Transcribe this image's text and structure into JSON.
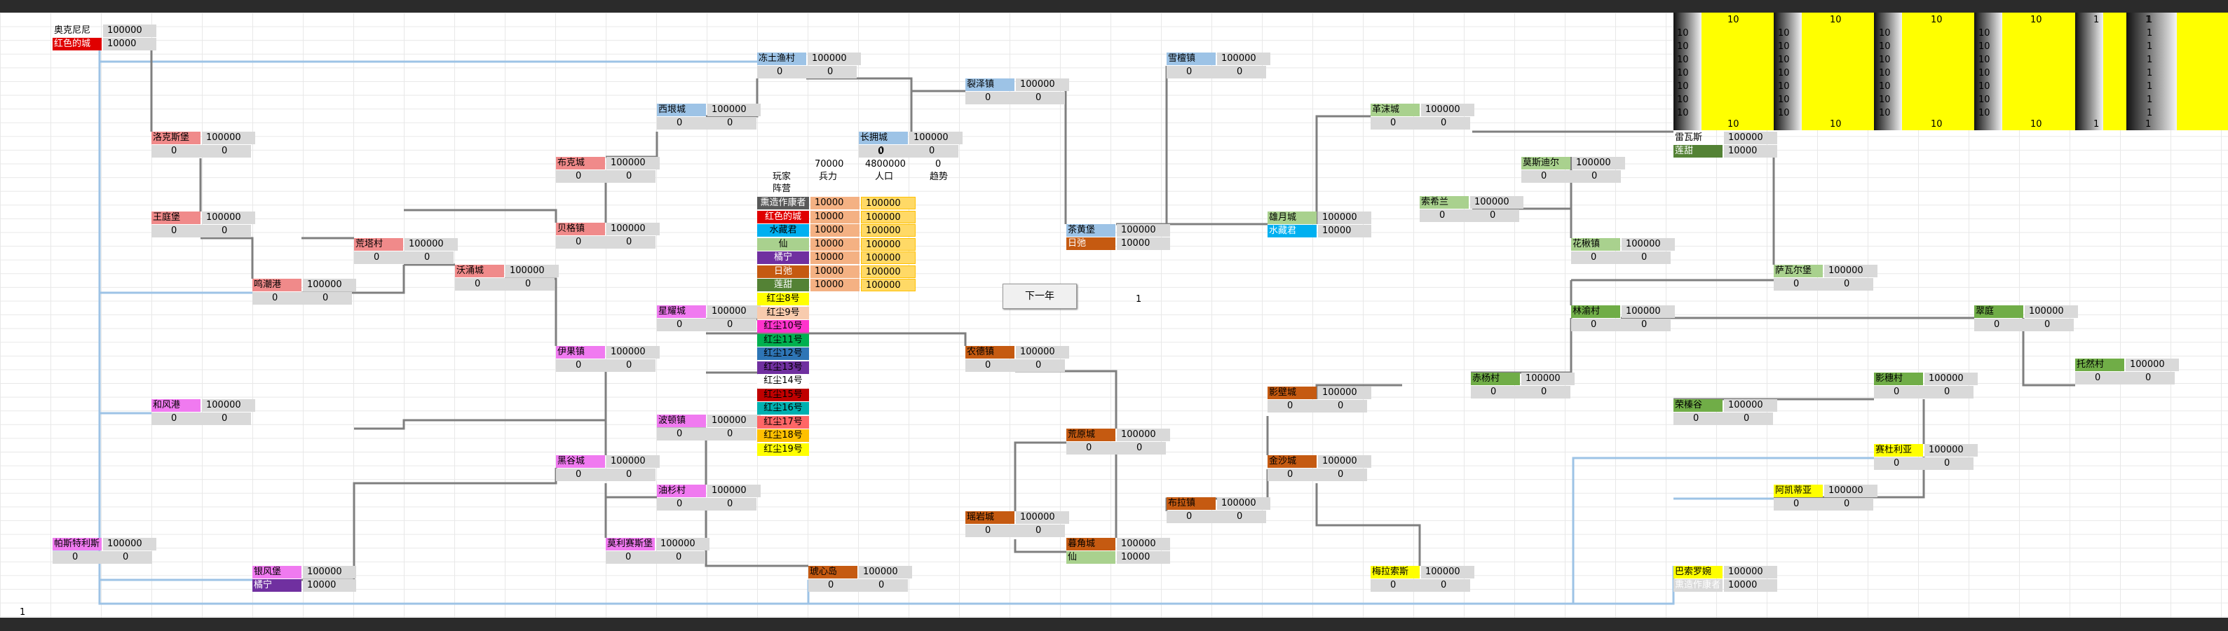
{
  "colors": {
    "pink": "#f08a8a",
    "red": "#e00000",
    "blue": "#9dc3e6",
    "magenta": "#f07af0",
    "orange": "#c55a11",
    "green": "#70ad47",
    "lightgreen": "#a9d18e",
    "yellow": "#ffff00",
    "cyan": "#00b0f0",
    "gray": "#d9d9d9",
    "purple": "#7030a0",
    "olive": "#548235",
    "line_gray": "#7f7f7f",
    "line_blue": "#9dc3e6"
  },
  "header": {
    "col_player": "玩家",
    "col_army": "阵营",
    "col_troops": "兵力",
    "col_pop": "人口",
    "col_trend": "趋势",
    "troops_value": "70000",
    "pop_value": "4800000",
    "trend_value": "0",
    "row_zero": "0"
  },
  "cities": [
    {
      "id": "aokenini",
      "name": "奥克尼尼",
      "color": "none",
      "pop": "100000",
      "owner": "红色的城",
      "owner_color": "red",
      "owner_pop": "10000"
    },
    {
      "id": "dongtu",
      "name": "冻土渔村",
      "color": "blue",
      "pop": "100000",
      "a": "0",
      "b": "0"
    },
    {
      "id": "liezema",
      "name": "裂泽镇",
      "color": "blue",
      "pop": "100000",
      "a": "0",
      "b": "0"
    },
    {
      "id": "xuelin",
      "name": "雪檀镇",
      "color": "blue",
      "pop": "100000",
      "a": "0",
      "b": "0"
    },
    {
      "id": "xihai",
      "name": "西垠城",
      "color": "blue",
      "pop": "100000",
      "a": "0",
      "b": "0"
    },
    {
      "id": "gemocheng",
      "name": "革沫城",
      "color": "lightgreen",
      "pop": "100000",
      "a": "0",
      "b": "0"
    },
    {
      "id": "luokesibao",
      "name": "洛克斯堡",
      "color": "pink",
      "pop": "100000",
      "a": "0",
      "b": "0"
    },
    {
      "id": "changshou",
      "name": "长拥城",
      "color": "blue",
      "pop": "100000",
      "a": "0",
      "b": "0"
    },
    {
      "id": "leiwasi",
      "name": "雷瓦斯",
      "color": "none",
      "pop": "100000",
      "owner": "莲甜",
      "owner_color": "olive",
      "owner_pop": "10000"
    },
    {
      "id": "buke",
      "name": "布克城",
      "color": "pink",
      "pop": "100000",
      "a": "0",
      "b": "0"
    },
    {
      "id": "modier",
      "name": "莫斯迪尔",
      "color": "lightgreen",
      "pop": "100000",
      "a": "0",
      "b": "0"
    },
    {
      "id": "suoxilan",
      "name": "索希兰",
      "color": "lightgreen",
      "pop": "100000",
      "a": "0",
      "b": "0"
    },
    {
      "id": "wangtingbao",
      "name": "王庭堡",
      "color": "pink",
      "pop": "100000",
      "a": "0",
      "b": "0"
    },
    {
      "id": "beilinzhen",
      "name": "贝格镇",
      "color": "pink",
      "pop": "100000",
      "a": "0",
      "b": "0"
    },
    {
      "id": "chasebao",
      "name": "茶黄堡",
      "color": "blue",
      "pop": "100000",
      "owner": "日弛",
      "owner_color": "orange",
      "owner_pop": "10000"
    },
    {
      "id": "xiongyue",
      "name": "雄月城",
      "color": "lightgreen",
      "pop": "100000",
      "owner": "水藏君",
      "owner_color": "cyan",
      "owner_pop": "10000"
    },
    {
      "id": "huangtacun",
      "name": "荒塔村",
      "color": "pink",
      "pop": "100000",
      "a": "0",
      "b": "0"
    },
    {
      "id": "huazhen",
      "name": "花楸镇",
      "color": "lightgreen",
      "pop": "100000",
      "a": "0",
      "b": "0"
    },
    {
      "id": "woqicheng",
      "name": "沃涌城",
      "color": "pink",
      "pop": "100000",
      "a": "0",
      "b": "0"
    },
    {
      "id": "saerbao",
      "name": "萨瓦尔堡",
      "color": "lightgreen",
      "pop": "100000",
      "a": "0",
      "b": "0"
    },
    {
      "id": "mingchao",
      "name": "鸣潮港",
      "color": "pink",
      "pop": "100000",
      "a": "0",
      "b": "0"
    },
    {
      "id": "xingyao",
      "name": "星耀城",
      "color": "magenta",
      "pop": "100000",
      "a": "0",
      "b": "0"
    },
    {
      "id": "linyucun",
      "name": "林渝村",
      "color": "green",
      "pop": "100000",
      "a": "0",
      "b": "0"
    },
    {
      "id": "cuiting",
      "name": "翠庭",
      "color": "green",
      "pop": "100000",
      "a": "0",
      "b": "0"
    },
    {
      "id": "yiguozhen",
      "name": "伊果镇",
      "color": "magenta",
      "pop": "100000",
      "a": "0",
      "b": "0"
    },
    {
      "id": "nongzhen",
      "name": "农德镇",
      "color": "orange",
      "pop": "100000",
      "a": "0",
      "b": "0"
    },
    {
      "id": "tuoruocun",
      "name": "托然村",
      "color": "green",
      "pop": "100000",
      "a": "0",
      "b": "0"
    },
    {
      "id": "chiyangcun",
      "name": "赤杨村",
      "color": "green",
      "pop": "100000",
      "a": "0",
      "b": "0"
    },
    {
      "id": "yingtacun",
      "name": "影穗村",
      "color": "green",
      "pop": "100000",
      "a": "0",
      "b": "0"
    },
    {
      "id": "hefenggang",
      "name": "和风港",
      "color": "magenta",
      "pop": "100000",
      "a": "0",
      "b": "0"
    },
    {
      "id": "yingbicheng",
      "name": "影壁城",
      "color": "orange",
      "pop": "100000",
      "a": "0",
      "b": "0"
    },
    {
      "id": "rongzhegu",
      "name": "荣榛谷",
      "color": "green",
      "pop": "100000",
      "a": "0",
      "b": "0"
    },
    {
      "id": "boluozhen",
      "name": "波顿镇",
      "color": "magenta",
      "pop": "100000",
      "a": "0",
      "b": "0"
    },
    {
      "id": "huangyecheng",
      "name": "荒原城",
      "color": "orange",
      "pop": "100000",
      "a": "0",
      "b": "0"
    },
    {
      "id": "saililiya",
      "name": "赛杜利亚",
      "color": "yellow",
      "pop": "100000",
      "a": "0",
      "b": "0"
    },
    {
      "id": "heigucheng",
      "name": "黑谷城",
      "color": "magenta",
      "pop": "100000",
      "a": "0",
      "b": "0"
    },
    {
      "id": "jinshacheng",
      "name": "金沙城",
      "color": "orange",
      "pop": "100000",
      "a": "0",
      "b": "0"
    },
    {
      "id": "youshancun",
      "name": "油杉村",
      "color": "magenta",
      "pop": "100000",
      "a": "0",
      "b": "0"
    },
    {
      "id": "akainuoya",
      "name": "阿凯蒂亚",
      "color": "yellow",
      "pop": "100000",
      "a": "0",
      "b": "0"
    },
    {
      "id": "bulazhen",
      "name": "布拉镇",
      "color": "orange",
      "pop": "100000",
      "a": "0",
      "b": "0"
    },
    {
      "id": "guyingcheng",
      "name": "瑶岩城",
      "color": "orange",
      "pop": "100000",
      "a": "0",
      "b": "0"
    },
    {
      "id": "pasitelisi",
      "name": "帕斯特利斯",
      "color": "magenta",
      "pop": "100000",
      "a": "0",
      "b": "0"
    },
    {
      "id": "molisibao",
      "name": "莫利赛斯堡",
      "color": "magenta",
      "pop": "100000",
      "a": "0",
      "b": "0"
    },
    {
      "id": "mujiaocheng",
      "name": "暮角城",
      "color": "orange",
      "pop": "100000",
      "owner": "仙",
      "owner_color": "lightgreen",
      "owner_pop": "10000"
    },
    {
      "id": "yinfengbao",
      "name": "银风堡",
      "color": "magenta",
      "pop": "100000",
      "owner": "橘宁",
      "owner_color": "purple",
      "owner_pop": "10000"
    },
    {
      "id": "huixindao",
      "name": "琥心岛",
      "color": "orange",
      "pop": "100000",
      "a": "0",
      "b": "0"
    },
    {
      "id": "meilasisi",
      "name": "梅拉索斯",
      "color": "yellow",
      "pop": "100000",
      "a": "0",
      "b": "0"
    },
    {
      "id": "basuoluowan",
      "name": "巴索罗婉",
      "color": "yellow",
      "pop": "100000",
      "owner": "熏造作康者",
      "owner_color": "gray",
      "owner_pop": "10000"
    }
  ],
  "factions": [
    {
      "name": "熏造作康者",
      "color": "#595959",
      "troops": "10000",
      "pop": "100000"
    },
    {
      "name": "红色的城",
      "color": "#e00000",
      "troops": "10000",
      "pop": "100000"
    },
    {
      "name": "水藏君",
      "color": "#00b0f0",
      "troops": "10000",
      "pop": "100000"
    },
    {
      "name": "仙",
      "color": "#a9d18e",
      "troops": "10000",
      "pop": "100000"
    },
    {
      "name": "橘宁",
      "color": "#7030a0",
      "troops": "10000",
      "pop": "100000"
    },
    {
      "name": "日弛",
      "color": "#c55a11",
      "troops": "10000",
      "pop": "100000"
    },
    {
      "name": "莲甜",
      "color": "#548235",
      "troops": "10000",
      "pop": "100000"
    }
  ],
  "slots": [
    {
      "name": "红尘8号",
      "color": "#ffff00"
    },
    {
      "name": "红尘9号",
      "color": "#f8cbad"
    },
    {
      "name": "红尘10号",
      "color": "#ff33cc"
    },
    {
      "name": "红尘11号",
      "color": "#00b050"
    },
    {
      "name": "红尘12号",
      "color": "#2e75b6"
    },
    {
      "name": "红尘13号",
      "color": "#7030a0"
    },
    {
      "name": "红尘14号",
      "color": "#ffffff"
    },
    {
      "name": "红尘15号",
      "color": "#c00000"
    },
    {
      "name": "红尘16号",
      "color": "#00b0b0"
    },
    {
      "name": "红尘17号",
      "color": "#ff6666"
    },
    {
      "name": "红尘18号",
      "color": "#ffc000"
    },
    {
      "name": "红尘19号",
      "color": "#ffff00"
    }
  ],
  "controls": {
    "next_year": "下一年",
    "year_value": "1",
    "corner_value": "1"
  },
  "year_panel": {
    "ten": "10",
    "one": "1"
  }
}
